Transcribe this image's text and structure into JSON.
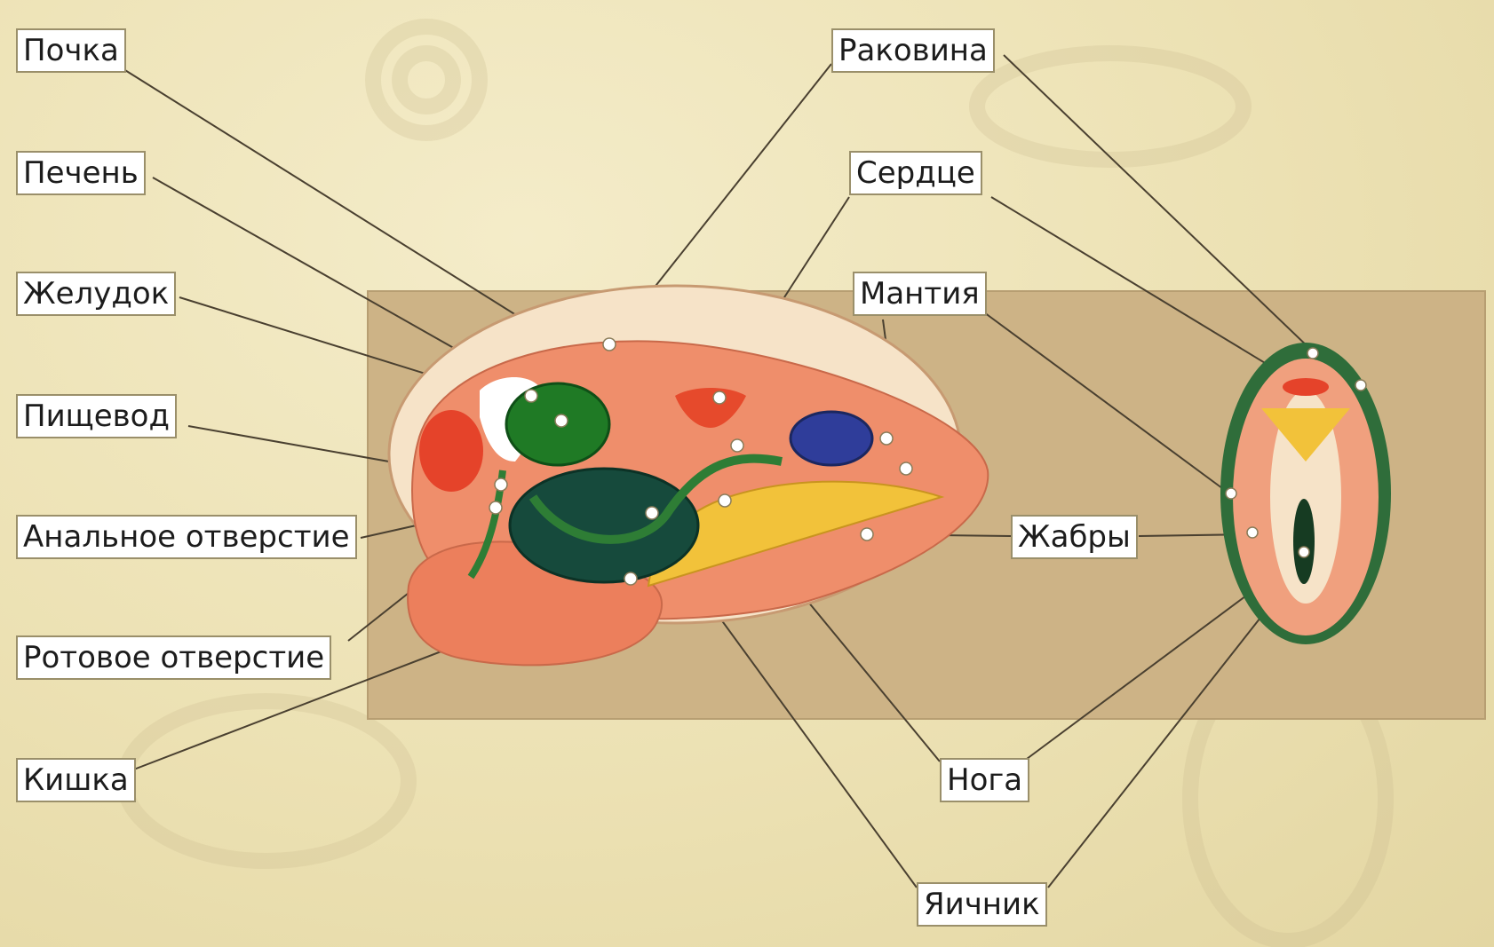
{
  "labels": {
    "pochka": "Почка",
    "pechen": "Печень",
    "zheludok": "Желудок",
    "pishchevod": "Пищевод",
    "analnoe": "Анальное отверстие",
    "rotovoe": "Ротовое отверстие",
    "kishka": "Кишка",
    "rakovina": "Раковина",
    "serdtse": "Сердце",
    "mantiya": "Мантия",
    "zhabry": "Жабры",
    "noga": "Нога",
    "yaichnik": "Яичник"
  },
  "colors": {
    "background": "#efe6bf",
    "panel": "#cdb386",
    "shell": "#f6e3c8",
    "mantle": "#ef8e6b",
    "foot": "#ec7f5c",
    "liver": "#1f7a25",
    "intestine_mass": "#164a3c",
    "heart": "#e64a2c",
    "gonad": "#2f3d9a",
    "gills": "#f2c23a",
    "gill_section_border": "#2f6d3a",
    "leader_line": "#4a4030"
  }
}
